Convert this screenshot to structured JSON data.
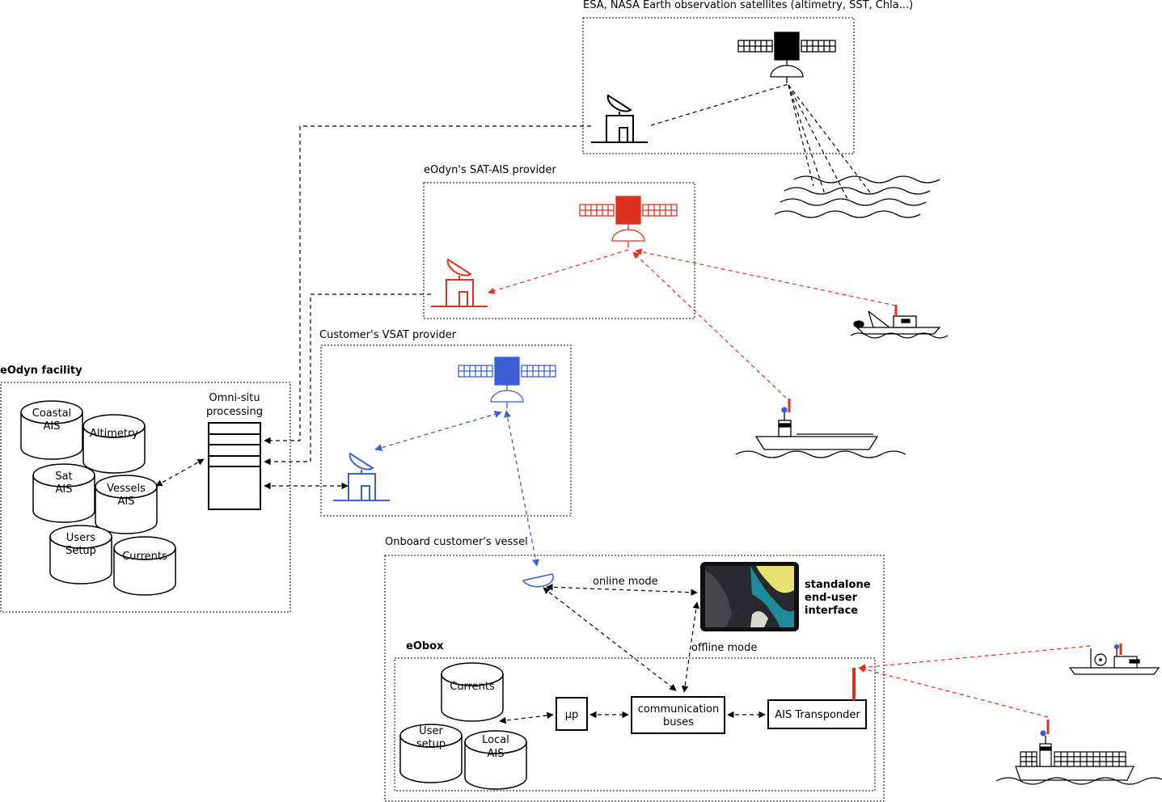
{
  "groups": {
    "earth_obs": "ESA, NASA Earth observation satellites (altimetry, SST, Chla...)",
    "sat_ais": "eOdyn's SAT-AIS provider",
    "vsat": "Customer's VSAT provider",
    "facility": "eOdyn facility",
    "onboard": "Onboard customer's vessel",
    "eobox": "eObox"
  },
  "facility": {
    "processing_line1": "Omni-situ",
    "processing_line2": "processing",
    "databases": [
      {
        "line1": "Coastal",
        "line2": "AIS"
      },
      {
        "line1": "Altimetry",
        "line2": ""
      },
      {
        "line1": "Sat",
        "line2": "AIS"
      },
      {
        "line1": "Vessels",
        "line2": "AIS"
      },
      {
        "line1": "Users",
        "line2": "Setup"
      },
      {
        "line1": "Currents",
        "line2": ""
      }
    ]
  },
  "eobox": {
    "databases": [
      {
        "line1": "Currents",
        "line2": ""
      },
      {
        "line1": "User",
        "line2": "setup"
      },
      {
        "line1": "Local",
        "line2": "AIS"
      }
    ],
    "up": "μp",
    "bus_line1": "communication",
    "bus_line2": "buses",
    "ais": "AIS Transponder"
  },
  "onboard": {
    "online": "online mode",
    "offline": "offline mode",
    "ui_line1": "standalone",
    "ui_line2": "end-user",
    "ui_line3": "interface"
  },
  "colors": {
    "black": "#000000",
    "sat_ais_red": "#e0301e",
    "vsat_blue": "#3a5fd6",
    "screen_dark": "#2a2a2e",
    "screen_teal": "#1f8a9a",
    "screen_yellow": "#e8e070"
  },
  "icons": [
    "satellite-icon",
    "ground-station-icon",
    "dish-antenna-icon",
    "ship-icon",
    "sea-waves-icon",
    "database-icon",
    "ais-antenna-icon"
  ]
}
